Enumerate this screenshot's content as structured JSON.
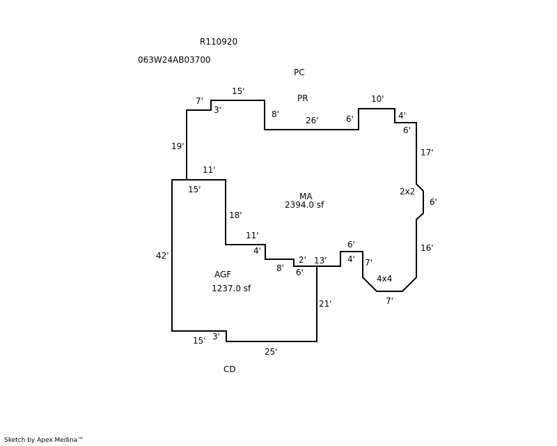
{
  "header": {
    "record_id": "R110920",
    "parcel_id": "063W24AB03700"
  },
  "annotations": {
    "pc": "PC",
    "pr": "PR",
    "cd": "CD"
  },
  "areas": {
    "ma": {
      "label": "MA",
      "area": "2394.0 sf"
    },
    "agf": {
      "label": "AGF",
      "area": "1237.0 sf"
    }
  },
  "dimensions": {
    "top_7": "7'",
    "top_15": "15'",
    "top_3": "3'",
    "top_8": "8'",
    "top_26": "26'",
    "top_6": "6'",
    "top_10": "10'",
    "top_6b": "6'",
    "top_4": "4'",
    "left_19": "19'",
    "right_17": "17'",
    "bay_2x2": "2x2",
    "right_6": "6'",
    "right_16": "16'",
    "bay_4x4": "4x4",
    "bottom_7": "7'",
    "diag_7": "7'",
    "inner_6": "6'",
    "inner_4": "4'",
    "inner_13": "13'",
    "agf_11_top": "11'",
    "agf_15_top": "15'",
    "agf_18": "18'",
    "agf_11": "11'",
    "agf_4": "4'",
    "agf_8": "8'",
    "agf_2": "2'",
    "agf_6": "6'",
    "agf_42": "42'",
    "agf_21": "21'",
    "agf_15_bottom": "15'",
    "agf_3": "3'",
    "agf_25": "25'"
  },
  "footer": "Sketch by Apex Medina™"
}
